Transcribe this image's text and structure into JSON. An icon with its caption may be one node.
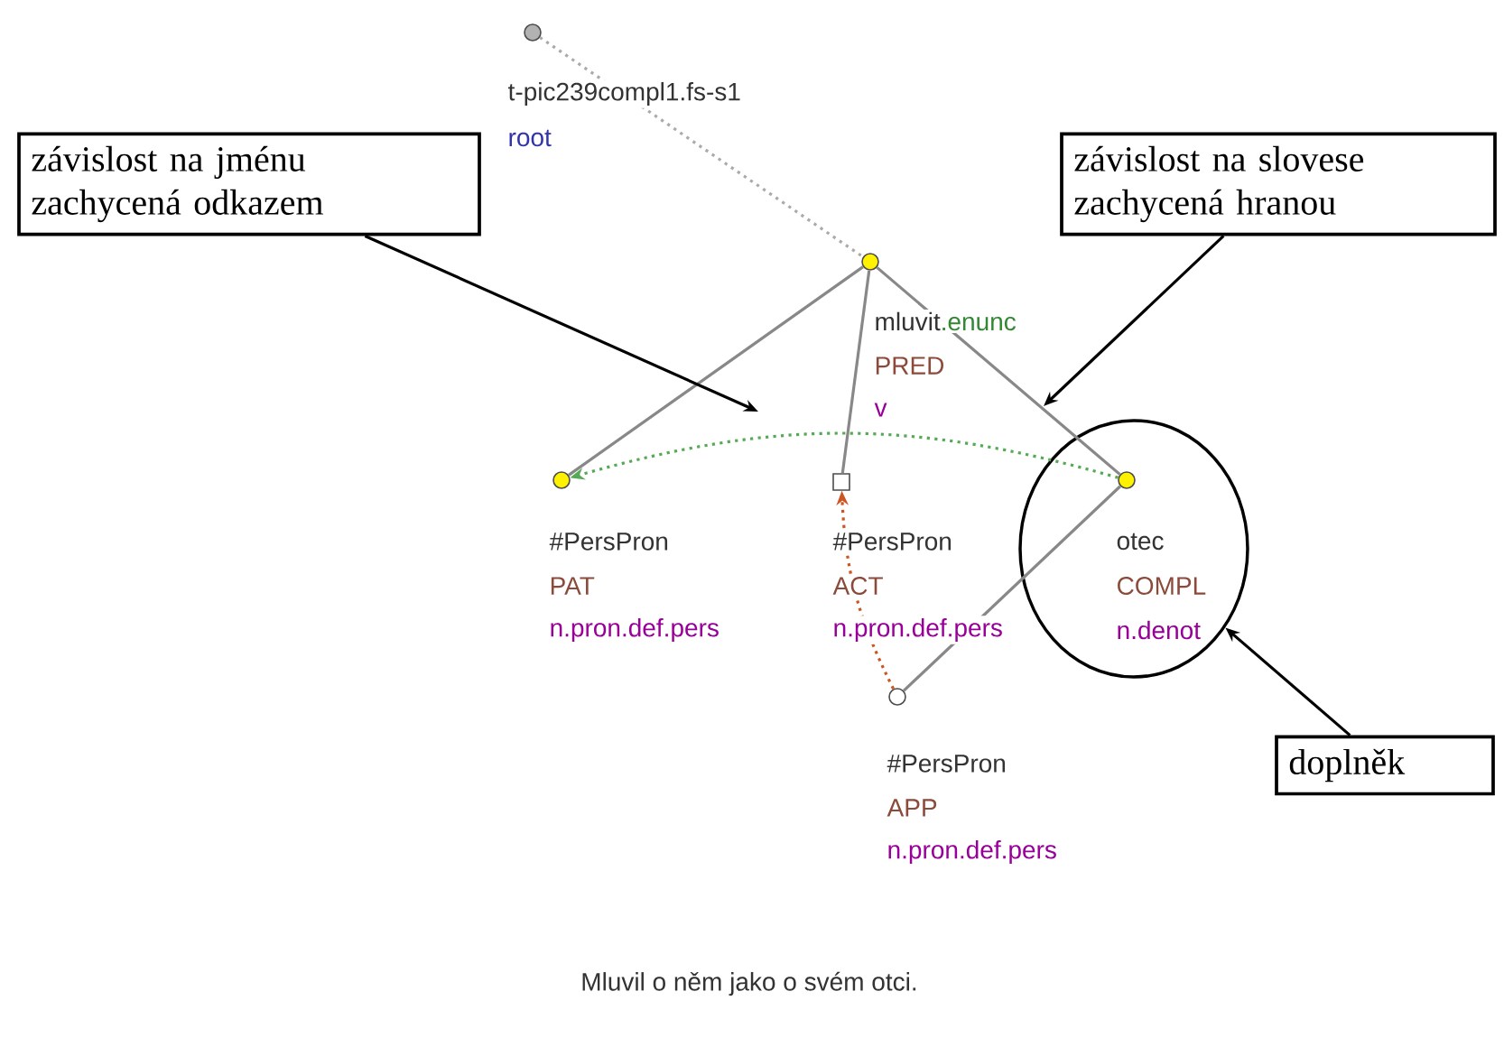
{
  "diagram": {
    "caption": "Mluvil o něm jako o svém otci.",
    "nodes": [
      {
        "text": [],
        "shape": "circle",
        "beside": [
          "t-pic239compl1.fs-s1",
          "root"
        ]
      },
      {
        "text": [],
        "shape": "circle",
        "beside": [
          "mluvit",
          ".enunc",
          "PRED",
          "v"
        ]
      },
      {
        "text": [],
        "shape": "circle",
        "beside": [
          "#PersPron",
          "PAT",
          "n.pron.def.pers"
        ]
      },
      {
        "text": [],
        "shape": "box",
        "beside": [
          "#PersPron",
          "ACT",
          "n.pron.def.pers"
        ]
      },
      {
        "text": [],
        "shape": "circle"
      },
      {
        "text": [],
        "shape": "circle",
        "in": 4,
        "beside": [
          "otec",
          "COMPL",
          "n.denot"
        ]
      },
      {
        "text": [],
        "shape": "circle",
        "beside": [
          "#PersPron",
          "APP",
          "n.pron.def.pers"
        ]
      },
      {
        "text": [
          "závislost na jménu zachycená odkazem"
        ]
      },
      {
        "text": [
          "závislost na slovese zachycená hranou"
        ]
      },
      {
        "text": [
          "doplněk"
        ]
      }
    ],
    "edges": [
      {
        "from": 0,
        "to": 1,
        "arrow": "none",
        "style": "dashed",
        "color": "#aaaaaa"
      },
      {
        "from": 1,
        "to": 2,
        "arrow": "none"
      },
      {
        "from": 1,
        "to": 3,
        "arrow": "none"
      },
      {
        "from": 1,
        "to": 5,
        "arrow": "none"
      },
      {
        "from": 5,
        "to": 6,
        "arrow": "none"
      },
      {
        "from": 5,
        "to": 2,
        "arrow": "to",
        "style": "dashed",
        "color": "#55aa55"
      },
      {
        "from": 6,
        "to": 3,
        "arrow": "to",
        "style": "dashed",
        "color": "#cc5522"
      },
      {
        "from": 7,
        "to": null,
        "arrow": "to",
        "color": "#000000"
      },
      {
        "from": 8,
        "to": null,
        "arrow": "to",
        "color": "#000000"
      },
      {
        "from": 9,
        "to": 4,
        "arrow": "to",
        "color": "#000000"
      }
    ]
  }
}
